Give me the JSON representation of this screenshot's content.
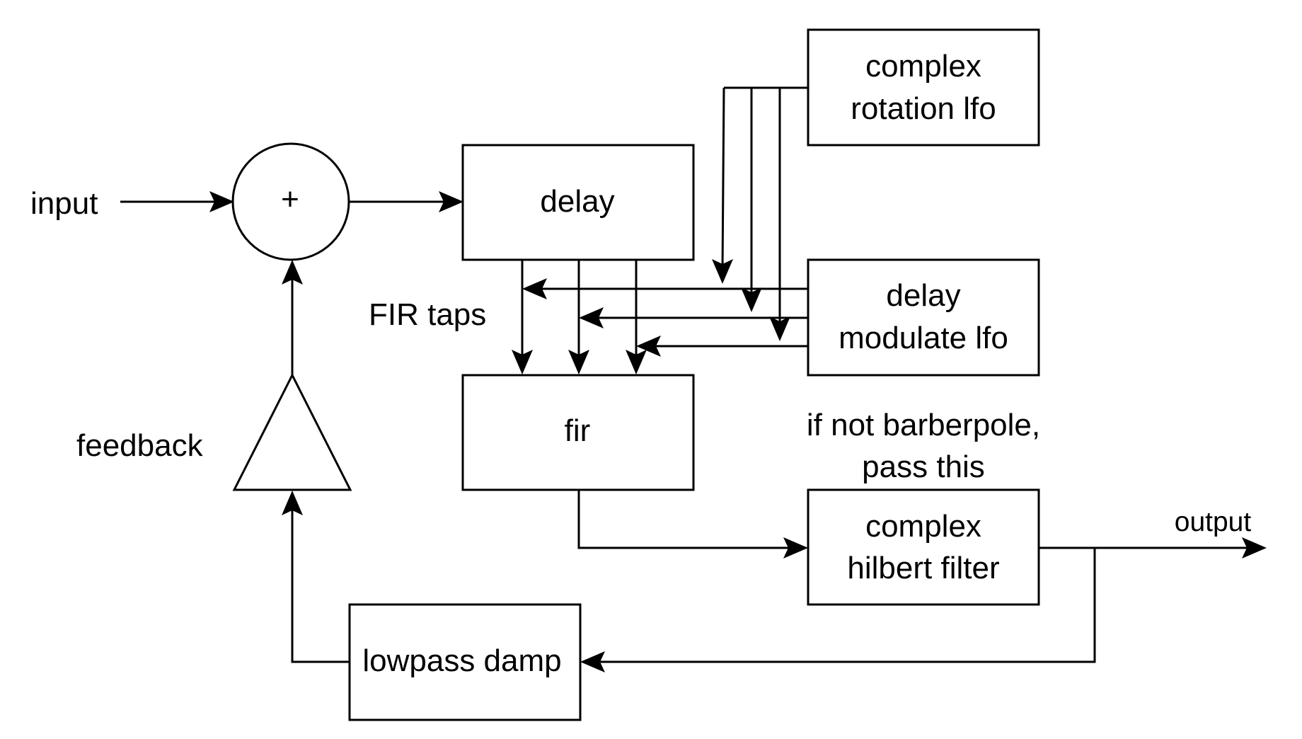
{
  "colors": {
    "stroke": "#000000",
    "background": "#ffffff"
  },
  "labels": {
    "input": "input",
    "sum_symbol": "+",
    "delay": "delay",
    "complex_rotation_lfo": [
      "complex",
      "rotation lfo"
    ],
    "delay_modulate_lfo": [
      "delay",
      "modulate lfo"
    ],
    "fir_taps": "FIR taps",
    "fir": "fir",
    "barberpole_note": [
      "if not barberpole,",
      "pass this"
    ],
    "complex_hilbert_filter": [
      "complex",
      "hilbert filter"
    ],
    "output": "output",
    "feedback": "feedback",
    "lowpass_damp": "lowpass damp"
  }
}
